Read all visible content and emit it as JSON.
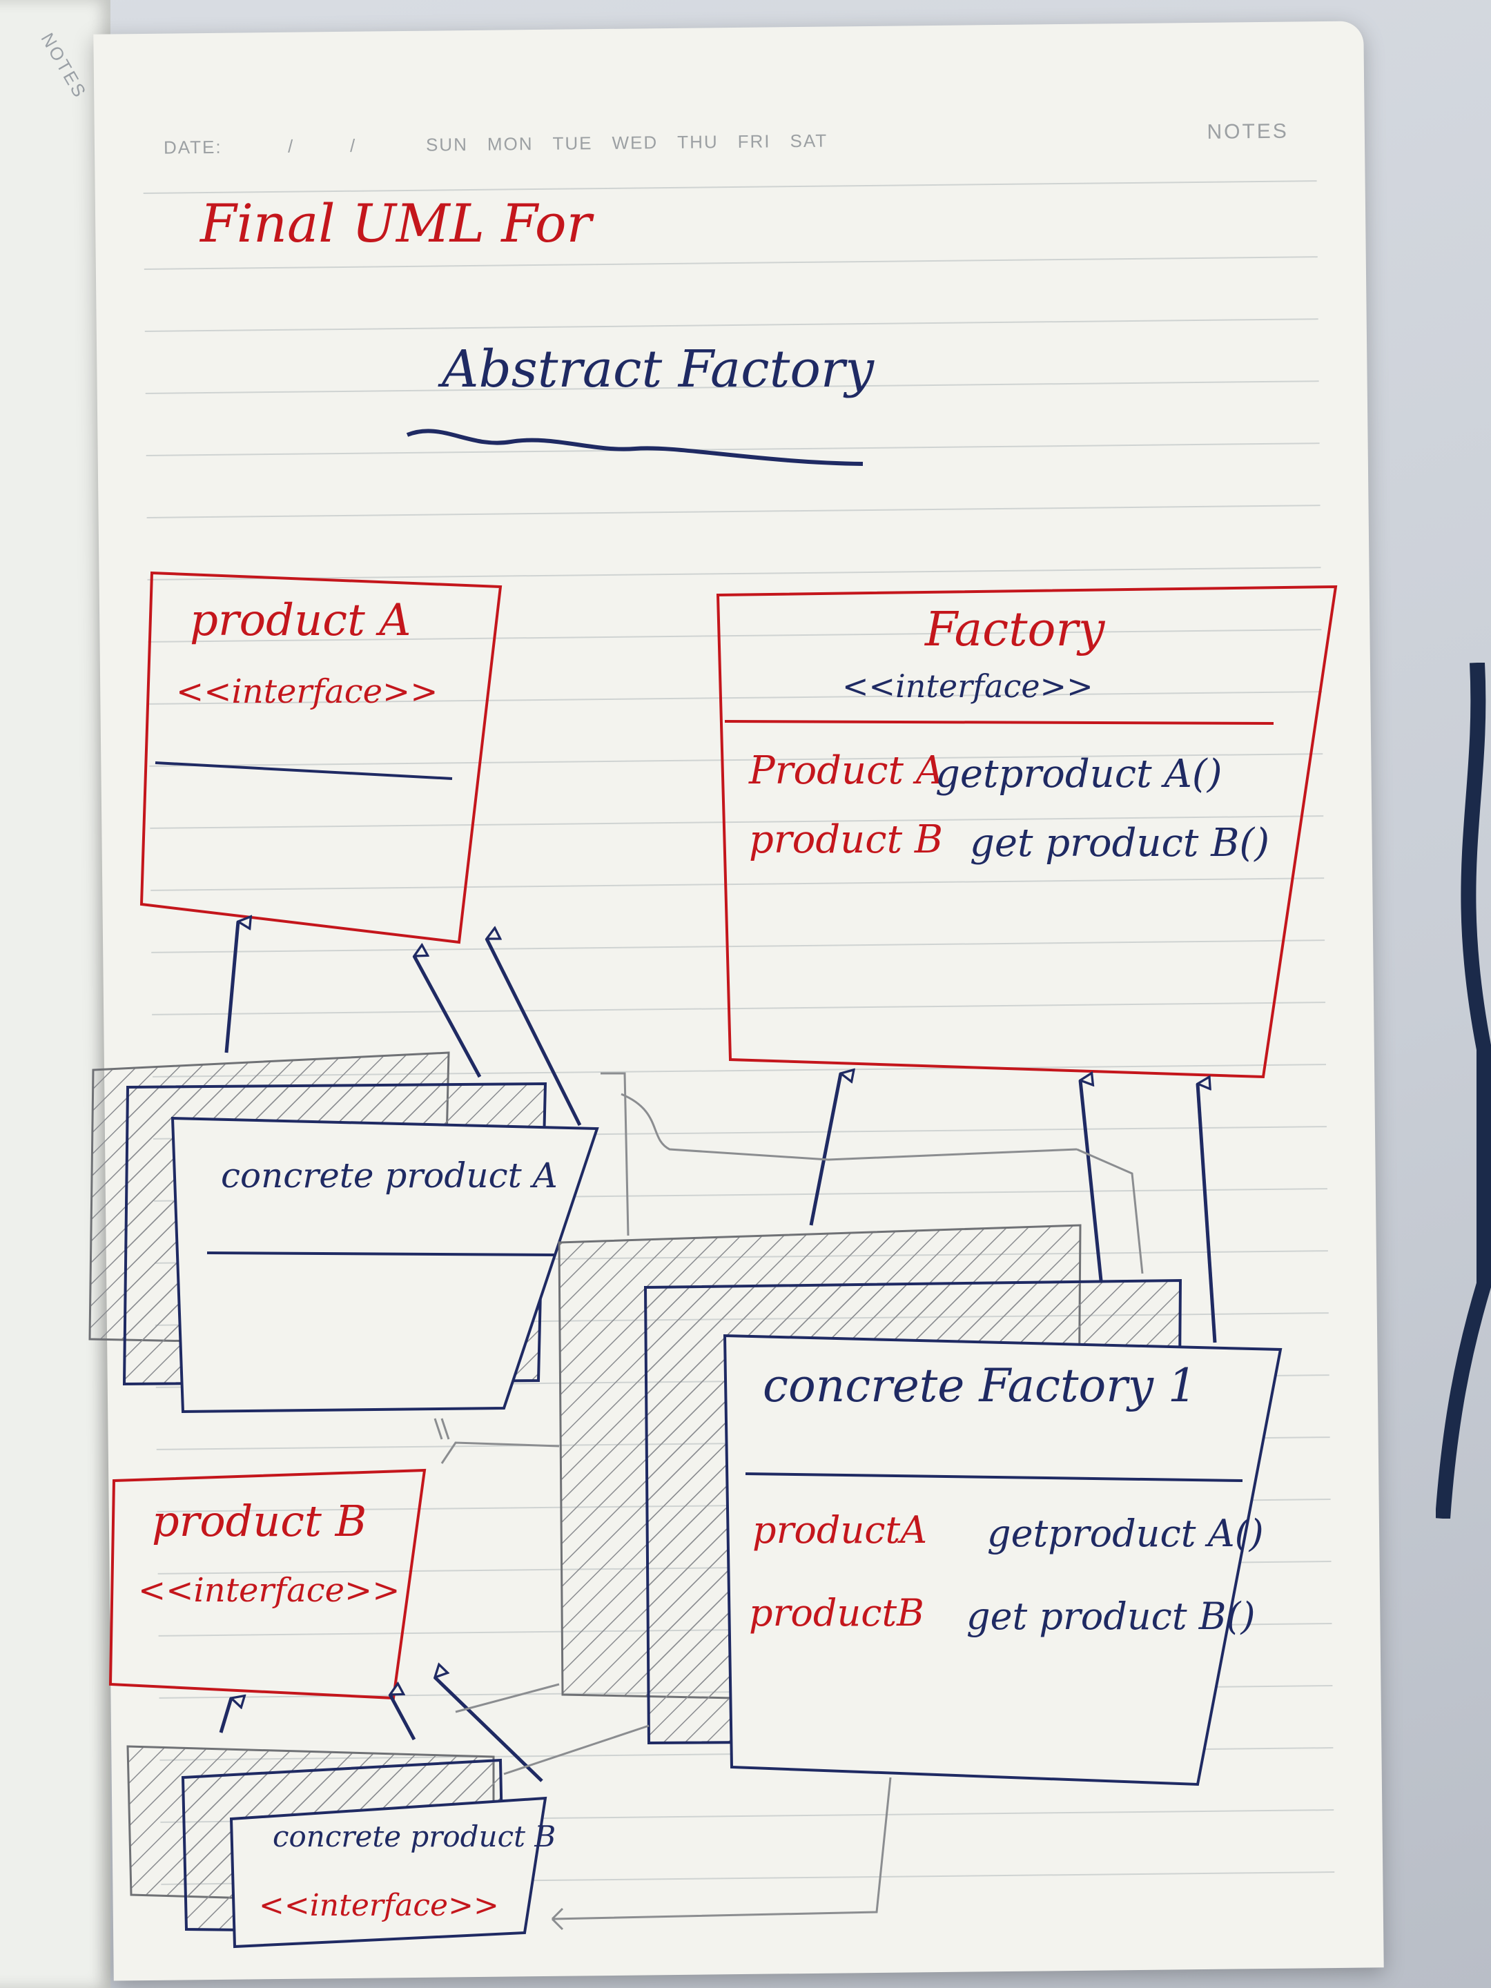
{
  "header": {
    "date_label": "DATE:",
    "date_slash_1": "/",
    "date_slash_2": "/",
    "days": [
      "SUN",
      "MON",
      "TUE",
      "WED",
      "THU",
      "FRI",
      "SAT"
    ],
    "notes_label": "NOTES",
    "left_page_notes": "NOTES"
  },
  "title": {
    "line1": "Final UML For",
    "line2": "Abstract Factory"
  },
  "classes": {
    "product_a": {
      "name": "product A",
      "stereotype": "<<interface>>"
    },
    "factory": {
      "name": "Factory",
      "stereotype": "<<interface>>",
      "methods": [
        {
          "type": "Product A",
          "signature": "getproduct A()"
        },
        {
          "type": "product B",
          "signature": "get product B()"
        }
      ]
    },
    "concrete_product_a": {
      "name": "concrete product A"
    },
    "product_b": {
      "name": "product B",
      "stereotype": "<<interface>>"
    },
    "concrete_factory": {
      "name": "concrete Factory 1",
      "methods": [
        {
          "type": "productA",
          "signature": "getproduct A()"
        },
        {
          "type": "productB",
          "signature": "get product B()"
        }
      ]
    },
    "concrete_product_b": {
      "name": "concrete product B",
      "stereotype": "<<interface>>"
    }
  },
  "colors": {
    "red_ink": "#c4161c",
    "blue_ink": "#1f2a63",
    "pencil": "#7b7d80",
    "page": "#f3f3ee"
  }
}
